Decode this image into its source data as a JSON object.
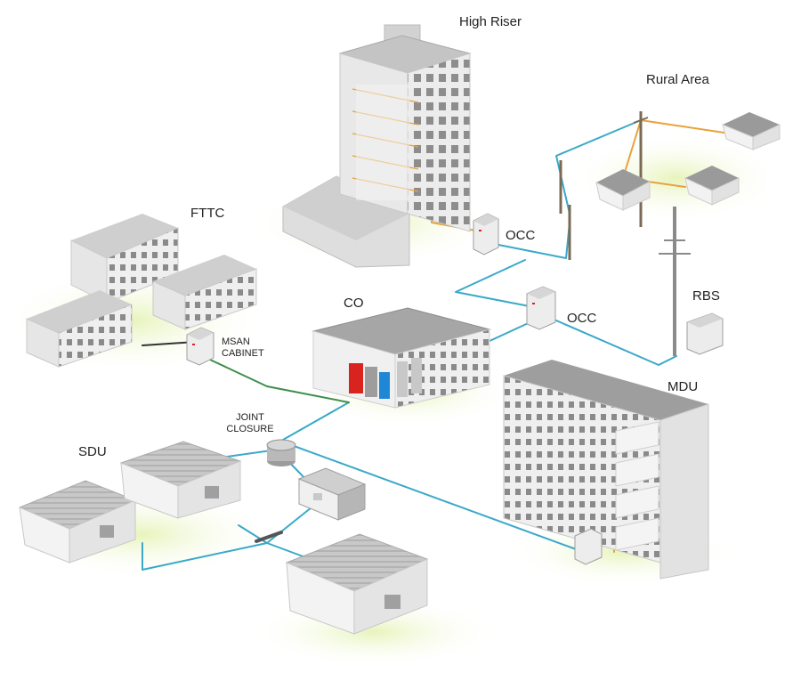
{
  "labels": {
    "high_riser": "High Riser",
    "rural_area": "Rural Area",
    "fttc": "FTTC",
    "occ_top": "OCC",
    "occ_mid": "OCC",
    "rbs": "RBS",
    "co": "CO",
    "msan_line1": "MSAN",
    "msan_line2": "CABINET",
    "mdu": "MDU",
    "joint_line1": "JOINT",
    "joint_line2": "CLOSURE",
    "sdu": "SDU"
  },
  "colors": {
    "fiber": "#3aa9c9",
    "copper_green": "#3d8f4a",
    "drop_orange": "#e8a23a",
    "equipment_red": "#d9231f",
    "equipment_blue": "#1e88d6",
    "building_wall": "#e9e9e9",
    "building_roof": "#bdbdbd",
    "window": "#8a8a8a",
    "ground_glow": "#eef6cf"
  }
}
